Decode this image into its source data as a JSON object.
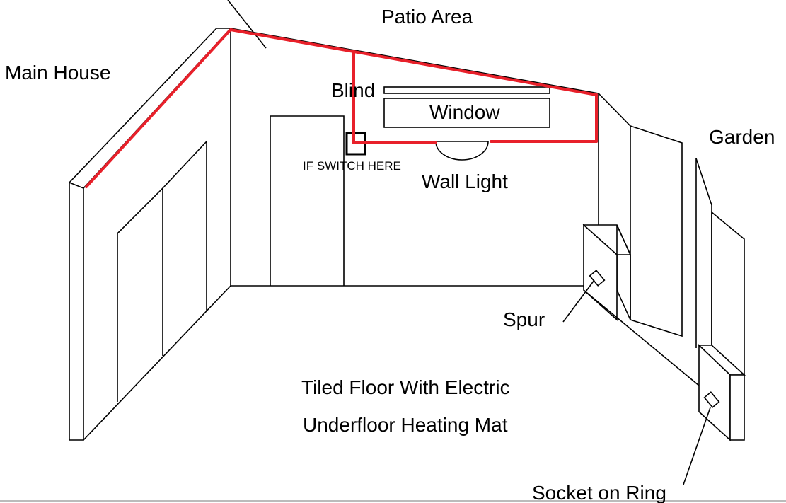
{
  "labels": {
    "patio": "Patio Area",
    "main_house": "Main House",
    "garden": "Garden",
    "blind": "Blind",
    "window": "Window",
    "if_switch": "IF SWITCH HERE",
    "wall_light": "Wall Light",
    "spur": "Spur",
    "floor_line1": "Tiled Floor With Electric",
    "floor_line2": "Underfloor Heating Mat",
    "socket": "Socket on Ring"
  },
  "colors": {
    "cable": "#e8202a",
    "outline": "#000000",
    "background": "#ffffff"
  }
}
